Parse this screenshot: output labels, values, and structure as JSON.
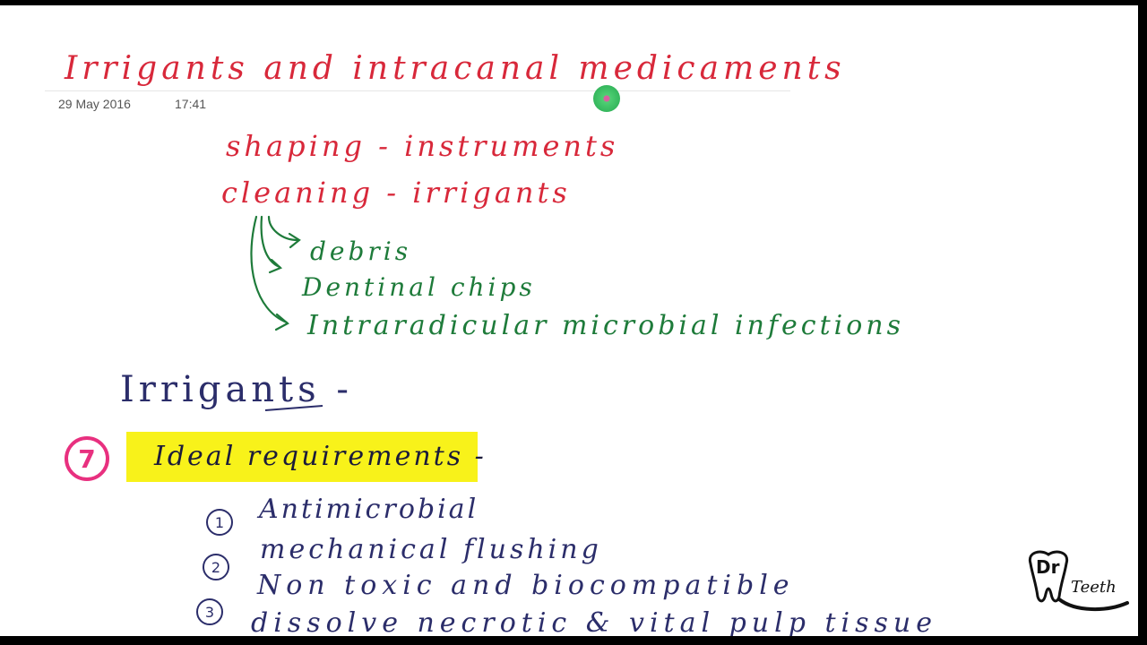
{
  "note": {
    "title": "Irrigants and intracanal medicaments",
    "date": "29 May 2016",
    "time": "17:41",
    "line_shaping": "shaping - instruments",
    "line_cleaning": "cleaning - irrigants",
    "cleaning_items": [
      "debris",
      "Dentinal chips",
      "Intraradicular microbial infections"
    ],
    "heading_irrigants": "Irrigants -",
    "point_number": "7",
    "ideal_requirements": "Ideal requirements -",
    "requirements": [
      {
        "num": "1",
        "text": "Antimicrobial"
      },
      {
        "num": "2",
        "text": "mechanical flushing"
      },
      {
        "num": "3",
        "text": "Non toxic and biocompatible"
      },
      {
        "num": "",
        "text": "dissolve necrotic & vital pulp tissue"
      }
    ]
  },
  "logo": {
    "dr": "Dr",
    "teeth": "Teeth"
  },
  "colors": {
    "red_ink": "#d8283a",
    "green_ink": "#1e7b3a",
    "blue_ink": "#2b2d6a",
    "highlight": "#f8f21a",
    "pink_ink": "#e8307f",
    "cursor": "#34b65c"
  }
}
